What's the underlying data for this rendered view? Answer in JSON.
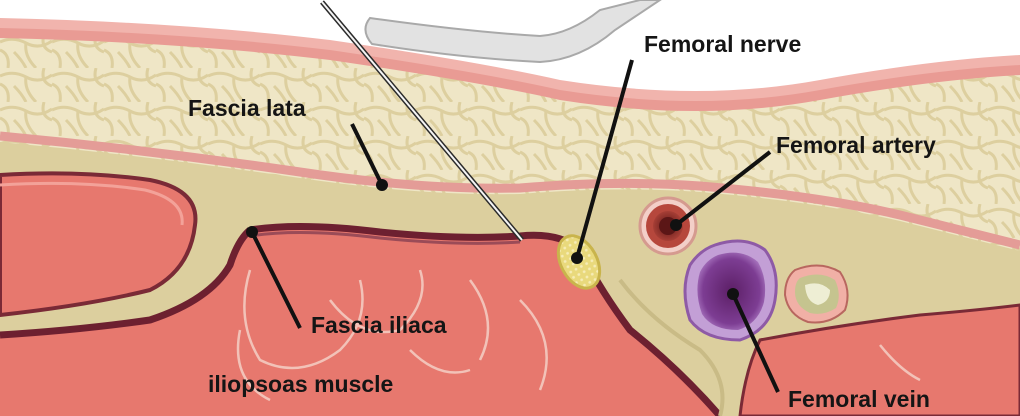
{
  "labels": {
    "femoral_nerve": "Femoral nerve",
    "fascia_lata": "Fascia lata",
    "femoral_artery": "Femoral artery",
    "fascia_iliaca": "Fascia iliaca",
    "iliopsoas_muscle": "iliopsoas muscle",
    "femoral_vein": "Femoral vein"
  },
  "colors": {
    "skin": "#f1b9b3",
    "fat": "#ece3c2",
    "fascia": "#d8cd9c",
    "muscle": "#e7786e",
    "muscle_dark": "#7a2a36",
    "nerve": "#ecdc86",
    "artery": "#a83a34",
    "vein": "#7d3d93",
    "lymph": "#e3e2c9",
    "probe": "#d7d7d7"
  }
}
